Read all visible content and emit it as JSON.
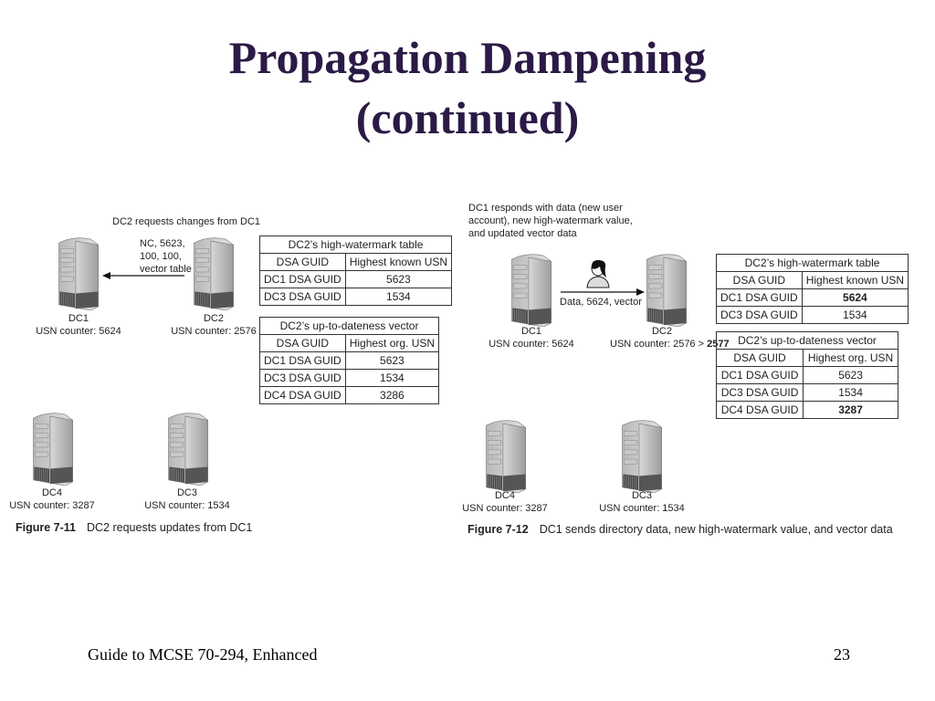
{
  "title": {
    "line1": "Propagation Dampening",
    "line2": "(continued)"
  },
  "footer": {
    "left": "Guide to MCSE 70-294, Enhanced",
    "page": "23"
  },
  "fig11": {
    "top_label": "DC2 requests changes from DC1",
    "request_lines": [
      "NC, 5623,",
      "100, 100,",
      "vector table"
    ],
    "servers": {
      "dc1": {
        "name": "DC1",
        "usn": "USN counter: 5624"
      },
      "dc2": {
        "name": "DC2",
        "usn": "USN counter: 2576"
      },
      "dc4": {
        "name": "DC4",
        "usn": "USN counter: 3287"
      },
      "dc3": {
        "name": "DC3",
        "usn": "USN counter: 1534"
      }
    },
    "hwm": {
      "title": "DC2’s high-watermark table",
      "headers": [
        "DSA GUID",
        "Highest known USN"
      ],
      "rows": [
        [
          "DC1 DSA GUID",
          "5623"
        ],
        [
          "DC3 DSA GUID",
          "1534"
        ]
      ]
    },
    "utd": {
      "title": "DC2’s up-to-dateness vector",
      "headers": [
        "DSA GUID",
        "Highest org. USN"
      ],
      "rows": [
        [
          "DC1 DSA GUID",
          "5623"
        ],
        [
          "DC3 DSA GUID",
          "1534"
        ],
        [
          "DC4 DSA GUID",
          "3286"
        ]
      ]
    },
    "caption": {
      "fig": "Figure 7-11",
      "text": "DC2 requests updates from DC1"
    }
  },
  "fig12": {
    "top_lines": [
      "DC1 responds with data (new user",
      "account), new high-watermark value,",
      "and updated vector data"
    ],
    "arrow_label": "Data, 5624, vector",
    "servers": {
      "dc1": {
        "name": "DC1",
        "usn": "USN counter: 5624"
      },
      "dc2": {
        "name": "DC2",
        "usn": "USN counter: 2576 >",
        "usn_new": "2577"
      },
      "dc4": {
        "name": "DC4",
        "usn": "USN counter: 3287"
      },
      "dc3": {
        "name": "DC3",
        "usn": "USN counter: 1534"
      }
    },
    "hwm": {
      "title": "DC2’s high-watermark table",
      "headers": [
        "DSA GUID",
        "Highest known USN"
      ],
      "rows": [
        [
          "DC1 DSA GUID",
          "5624"
        ],
        [
          "DC3 DSA GUID",
          "1534"
        ]
      ]
    },
    "utd": {
      "title": "DC2’s up-to-dateness vector",
      "headers": [
        "DSA GUID",
        "Highest org. USN"
      ],
      "rows": [
        [
          "DC1 DSA GUID",
          "5623"
        ],
        [
          "DC3 DSA GUID",
          "1534"
        ],
        [
          "DC4 DSA GUID",
          "3287"
        ]
      ]
    },
    "caption": {
      "fig": "Figure 7-12",
      "text": "DC1 sends directory data, new high-watermark value, and vector data"
    }
  }
}
